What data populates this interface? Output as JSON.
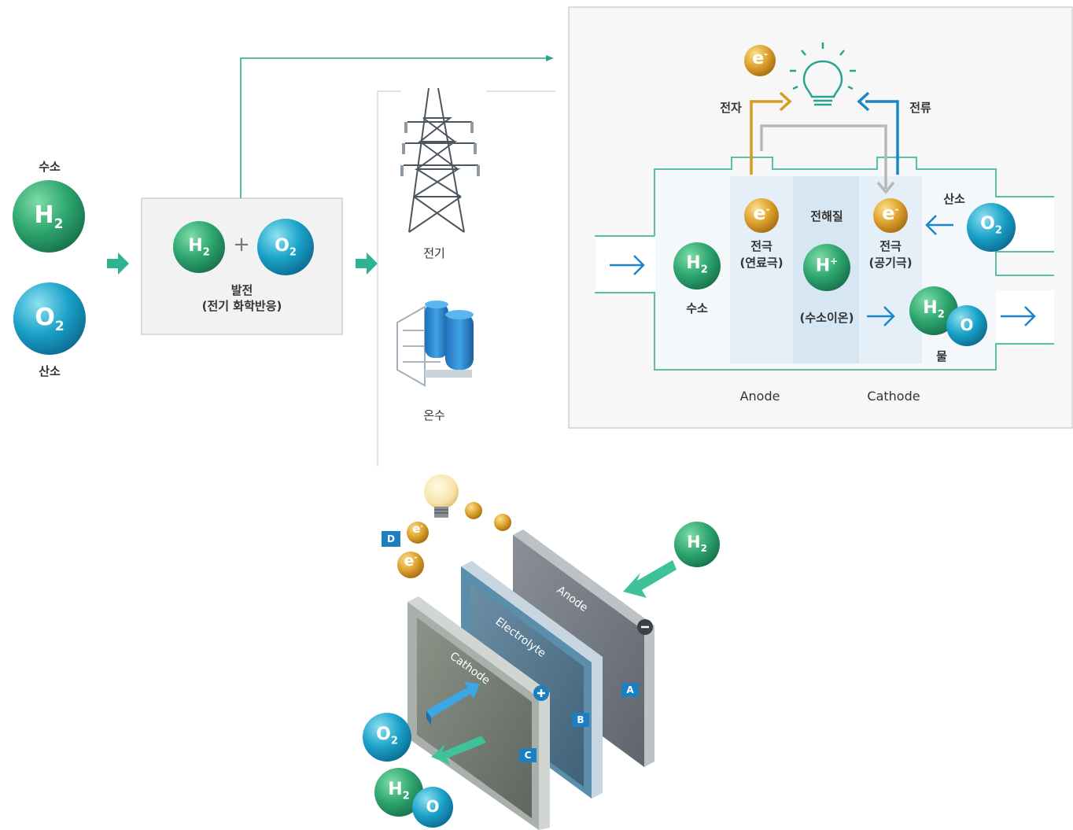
{
  "left": {
    "hydrogen_label": "수소",
    "oxygen_label": "산소",
    "h2": {
      "main": "H",
      "sub": "2"
    },
    "o2": {
      "main": "O",
      "sub": "2"
    }
  },
  "reaction_box": {
    "plus": "+",
    "line1": "발전",
    "line2": "(전기 화학반응)"
  },
  "outputs": {
    "electricity": "전기",
    "hot_water": "온수"
  },
  "fuel_cell_panel": {
    "electron_label": "전자",
    "current_label": "전류",
    "electron_symbol": {
      "main": "e",
      "sup": "-"
    },
    "electrolyte_label": "전해질",
    "anode_electrode": {
      "line1": "전극",
      "line2": "(연료극)"
    },
    "cathode_electrode": {
      "line1": "전극",
      "line2": "(공기극)"
    },
    "oxygen_label": "산소",
    "hydrogen_label": "수소",
    "hydrogen_ion": {
      "main": "H",
      "sup": "+"
    },
    "hydrogen_ion_label": "(수소이온)",
    "water_label": "물",
    "water_o": "O",
    "anode_caption": "Anode",
    "cathode_caption": "Cathode"
  },
  "stack_3d": {
    "anode": "Anode",
    "electrolyte": "Electrolyte",
    "cathode": "Cathode",
    "badges": [
      "A",
      "B",
      "C",
      "D"
    ],
    "minus": "−",
    "plus": "+",
    "water_o": "O"
  },
  "colors": {
    "green_line": "#2aa48c",
    "arrow_green": "#2db38f",
    "blue": "#1b86c9",
    "gold": "#d79b22",
    "gray_arrow": "#b8b8b8",
    "badge_blue": "#1c7fc0"
  }
}
